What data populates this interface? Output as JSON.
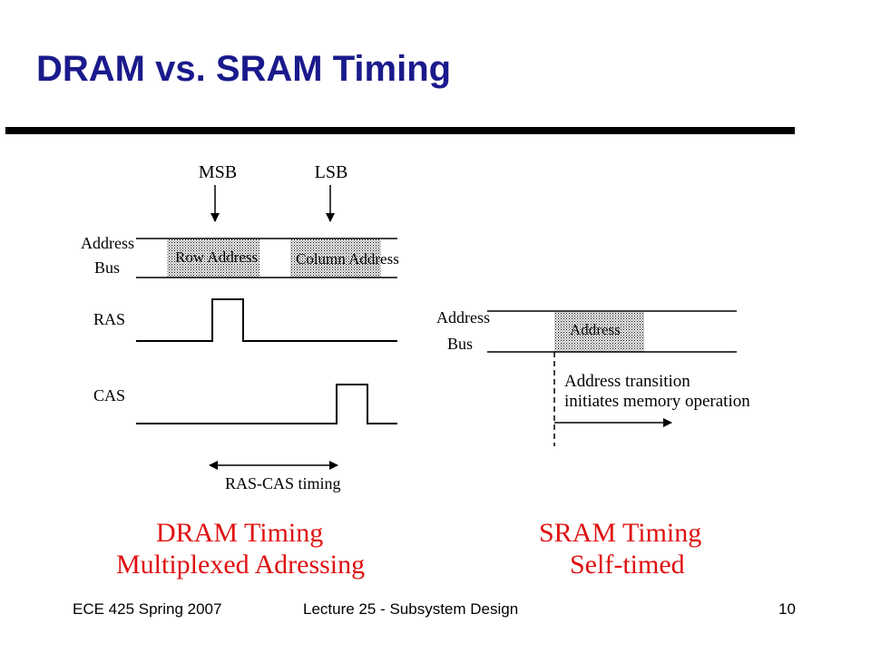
{
  "slide": {
    "title": "DRAM vs. SRAM Timing"
  },
  "dram": {
    "msb_label": "MSB",
    "lsb_label": "LSB",
    "address_label_line1": "Address",
    "address_label_line2": "Bus",
    "row_address": "Row Address",
    "column_address": "Column Address",
    "ras_label": "RAS",
    "cas_label": "CAS",
    "ras_cas_timing": "RAS-CAS timing",
    "caption_line1": "DRAM Timing",
    "caption_line2": "Multiplexed Adressing"
  },
  "sram": {
    "address_label_line1": "Address",
    "address_label_line2": "Bus",
    "address_box": "Address",
    "note_line1": "Address transition",
    "note_line2": "initiates memory operation",
    "caption_line1": "SRAM Timing",
    "caption_line2": "Self-timed"
  },
  "colors": {
    "title": "#1a1a8c",
    "caption": "#e01010",
    "stipple": "#000000"
  },
  "footer": {
    "course": "ECE 425 Spring 2007",
    "lecture": "Lecture 25 - Subsystem Design",
    "page": "10"
  }
}
